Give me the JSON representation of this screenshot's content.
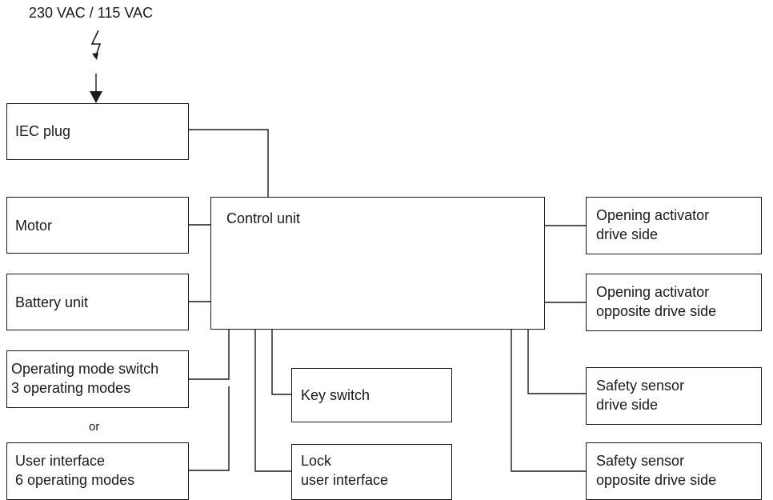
{
  "power": {
    "label": "230 VAC / 115 VAC",
    "icon": "lightning-icon"
  },
  "blocks": {
    "iec_plug": "IEC plug",
    "motor": "Motor",
    "battery": "Battery unit",
    "control_unit": "Control unit",
    "mode_switch": [
      "Operating mode switch",
      "3 operating modes"
    ],
    "or_label": "or",
    "user_interface": [
      "User interface",
      "6 operating modes"
    ],
    "key_switch": "Key switch",
    "lock": [
      "Lock",
      "user interface"
    ],
    "activator_drive": [
      "Opening activator",
      "drive side"
    ],
    "activator_opposite": [
      "Opening activator",
      "opposite drive side"
    ],
    "sensor_drive": [
      "Safety sensor",
      "drive side"
    ],
    "sensor_opposite": [
      "Safety sensor",
      "opposite drive side"
    ]
  }
}
